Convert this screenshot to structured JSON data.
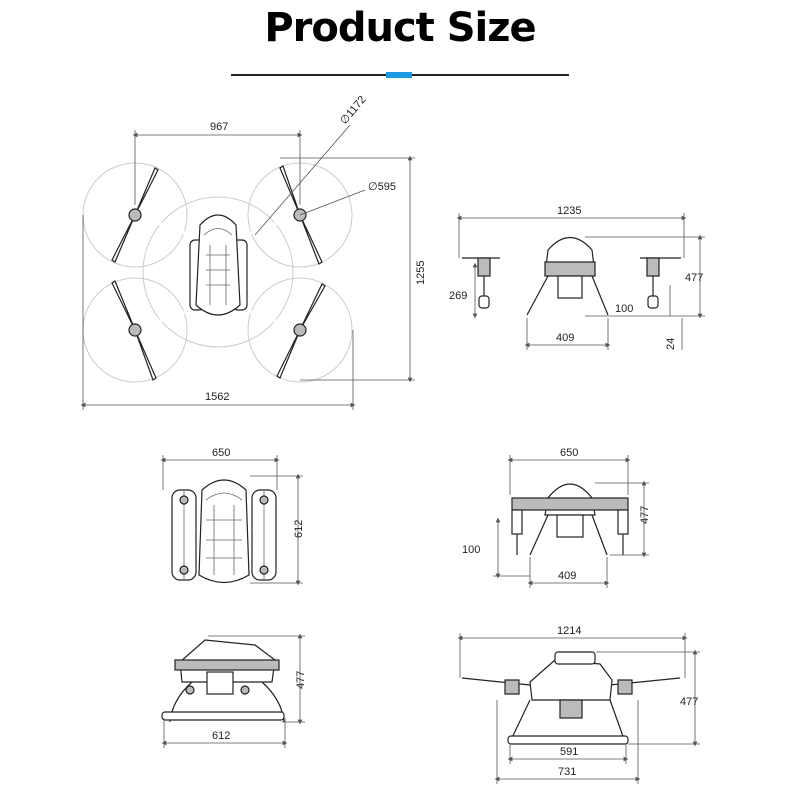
{
  "title": "Product Size",
  "colors": {
    "accent": "#1e9be0",
    "text": "#000000",
    "line": "#222222"
  },
  "views": {
    "top_unfolded": {
      "width": "967",
      "diag_outer": "∅1172",
      "diag_prop": "∅595",
      "height": "1255",
      "total_width": "1562"
    },
    "front_unfolded": {
      "width": "1235",
      "height": "477",
      "leg_height": "269",
      "gap": "100",
      "leg_span": "409",
      "foot": "24"
    },
    "top_folded": {
      "width": "650",
      "height": "612"
    },
    "front_folded": {
      "width": "650",
      "height": "477",
      "gap": "100",
      "leg_span": "409"
    },
    "side_folded": {
      "height": "477",
      "width": "612"
    },
    "side_unfolded": {
      "width": "1214",
      "height": "477",
      "inner": "591",
      "outer": "731"
    }
  }
}
